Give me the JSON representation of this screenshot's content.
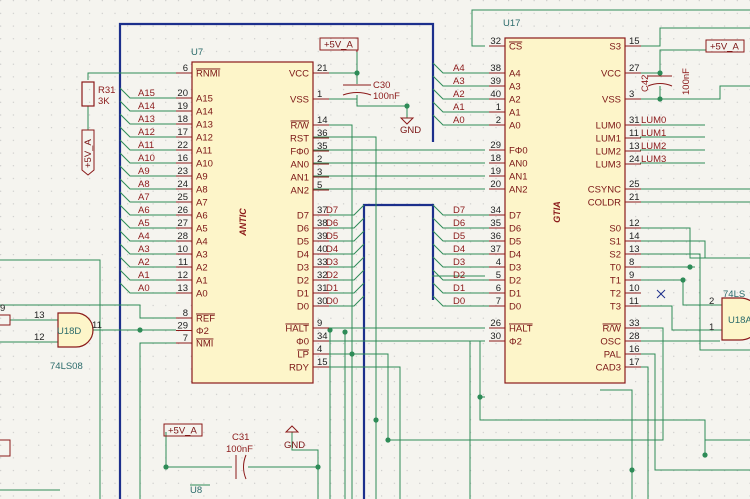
{
  "u7": {
    "ref": "U7",
    "name": "ANTIC",
    "left_pins": [
      {
        "name": "RNMI",
        "num": "6",
        "net": ""
      },
      {
        "name": "A15",
        "num": "20",
        "net": "A15"
      },
      {
        "name": "A14",
        "num": "19",
        "net": "A14"
      },
      {
        "name": "A13",
        "num": "18",
        "net": "A13"
      },
      {
        "name": "A12",
        "num": "17",
        "net": "A12"
      },
      {
        "name": "A11",
        "num": "22",
        "net": "A11"
      },
      {
        "name": "A10",
        "num": "16",
        "net": "A10"
      },
      {
        "name": "A9",
        "num": "23",
        "net": "A9"
      },
      {
        "name": "A8",
        "num": "24",
        "net": "A8"
      },
      {
        "name": "A7",
        "num": "25",
        "net": "A7"
      },
      {
        "name": "A6",
        "num": "26",
        "net": "A6"
      },
      {
        "name": "A5",
        "num": "27",
        "net": "A5"
      },
      {
        "name": "A4",
        "num": "28",
        "net": "A4"
      },
      {
        "name": "A3",
        "num": "10",
        "net": "A3"
      },
      {
        "name": "A2",
        "num": "11",
        "net": "A2"
      },
      {
        "name": "A1",
        "num": "12",
        "net": "A1"
      },
      {
        "name": "A0",
        "num": "13",
        "net": "A0"
      },
      {
        "name": "REF",
        "num": "8",
        "net": ""
      },
      {
        "name": "Φ2",
        "num": "29",
        "net": ""
      },
      {
        "name": "NMI",
        "num": "7",
        "net": ""
      }
    ],
    "right_pins": [
      {
        "name": "VCC",
        "num": "21",
        "net": ""
      },
      {
        "name": "VSS",
        "num": "1",
        "net": ""
      },
      {
        "name": "R/W",
        "num": "14",
        "net": ""
      },
      {
        "name": "RST",
        "num": "36",
        "net": ""
      },
      {
        "name": "FΦ0",
        "num": "35",
        "net": ""
      },
      {
        "name": "AN0",
        "num": "2",
        "net": ""
      },
      {
        "name": "AN1",
        "num": "3",
        "net": ""
      },
      {
        "name": "AN2",
        "num": "5",
        "net": ""
      },
      {
        "name": "D7",
        "num": "37",
        "net": "D7"
      },
      {
        "name": "D6",
        "num": "38",
        "net": "D6"
      },
      {
        "name": "D5",
        "num": "39",
        "net": "D5"
      },
      {
        "name": "D4",
        "num": "40",
        "net": "D4"
      },
      {
        "name": "D3",
        "num": "33",
        "net": "D3"
      },
      {
        "name": "D2",
        "num": "32",
        "net": "D2"
      },
      {
        "name": "D1",
        "num": "31",
        "net": "D1"
      },
      {
        "name": "D0",
        "num": "30",
        "net": "D0"
      },
      {
        "name": "HALT",
        "num": "9",
        "net": ""
      },
      {
        "name": "Φ0",
        "num": "34",
        "net": ""
      },
      {
        "name": "LP",
        "num": "4",
        "net": ""
      },
      {
        "name": "RDY",
        "num": "15",
        "net": ""
      }
    ]
  },
  "u17": {
    "ref": "U17",
    "name": "GTIA",
    "left_pins": [
      {
        "name": "CS",
        "num": "32",
        "net": ""
      },
      {
        "name": "A4",
        "num": "38",
        "net": "A4"
      },
      {
        "name": "A3",
        "num": "39",
        "net": "A3"
      },
      {
        "name": "A2",
        "num": "40",
        "net": "A2"
      },
      {
        "name": "A1",
        "num": "1",
        "net": "A1"
      },
      {
        "name": "A0",
        "num": "2",
        "net": "A0"
      },
      {
        "name": "FΦ0",
        "num": "29",
        "net": ""
      },
      {
        "name": "AN0",
        "num": "18",
        "net": ""
      },
      {
        "name": "AN1",
        "num": "19",
        "net": ""
      },
      {
        "name": "AN2",
        "num": "20",
        "net": ""
      },
      {
        "name": "D7",
        "num": "34",
        "net": "D7"
      },
      {
        "name": "D6",
        "num": "35",
        "net": "D6"
      },
      {
        "name": "D5",
        "num": "36",
        "net": "D5"
      },
      {
        "name": "D4",
        "num": "37",
        "net": "D4"
      },
      {
        "name": "D3",
        "num": "4",
        "net": "D3"
      },
      {
        "name": "D2",
        "num": "5",
        "net": "D2"
      },
      {
        "name": "D1",
        "num": "6",
        "net": "D1"
      },
      {
        "name": "D0",
        "num": "7",
        "net": "D0"
      },
      {
        "name": "HALT",
        "num": "26",
        "net": ""
      },
      {
        "name": "Φ2",
        "num": "30",
        "net": ""
      }
    ],
    "right_pins": [
      {
        "name": "S3",
        "num": "15",
        "net": ""
      },
      {
        "name": "VCC",
        "num": "27",
        "net": ""
      },
      {
        "name": "VSS",
        "num": "3",
        "net": ""
      },
      {
        "name": "LUM0",
        "num": "31",
        "net": "LUM0"
      },
      {
        "name": "LUM1",
        "num": "11",
        "net": "LUM1"
      },
      {
        "name": "LUM2",
        "num": "13",
        "net": "LUM2"
      },
      {
        "name": "LUM3",
        "num": "24",
        "net": "LUM3"
      },
      {
        "name": "CSYNC",
        "num": "25",
        "net": ""
      },
      {
        "name": "COLDR",
        "num": "21",
        "net": ""
      },
      {
        "name": "S0",
        "num": "12",
        "net": ""
      },
      {
        "name": "S1",
        "num": "14",
        "net": ""
      },
      {
        "name": "S2",
        "num": "13",
        "net": ""
      },
      {
        "name": "T0",
        "num": "8",
        "net": ""
      },
      {
        "name": "T1",
        "num": "9",
        "net": ""
      },
      {
        "name": "T2",
        "num": "10",
        "net": ""
      },
      {
        "name": "T3",
        "num": "11",
        "net": ""
      },
      {
        "name": "R/W",
        "num": "33",
        "net": ""
      },
      {
        "name": "OSC",
        "num": "28",
        "net": ""
      },
      {
        "name": "PAL",
        "num": "16",
        "net": ""
      },
      {
        "name": "CAD3",
        "num": "17",
        "net": ""
      }
    ]
  },
  "r31": {
    "ref": "R31",
    "value": "3K"
  },
  "c30": {
    "ref": "C30",
    "value": "100nF"
  },
  "c31": {
    "ref": "C31",
    "value": "100nF"
  },
  "c42": {
    "ref": "C42",
    "value": "100nF"
  },
  "u18d": {
    "ref": "U18D",
    "part": "74LS08",
    "pin_a": "13",
    "pin_b": "12",
    "pin_y": "11"
  },
  "u18a": {
    "ref": "U18A",
    "part": "74LS",
    "pin_a": "2",
    "pin_b": "1"
  },
  "u8": {
    "ref": "U8"
  },
  "power": {
    "vcc": "+5V_A",
    "gnd": "GND"
  },
  "misc": {
    "left_pin_9": "9"
  }
}
